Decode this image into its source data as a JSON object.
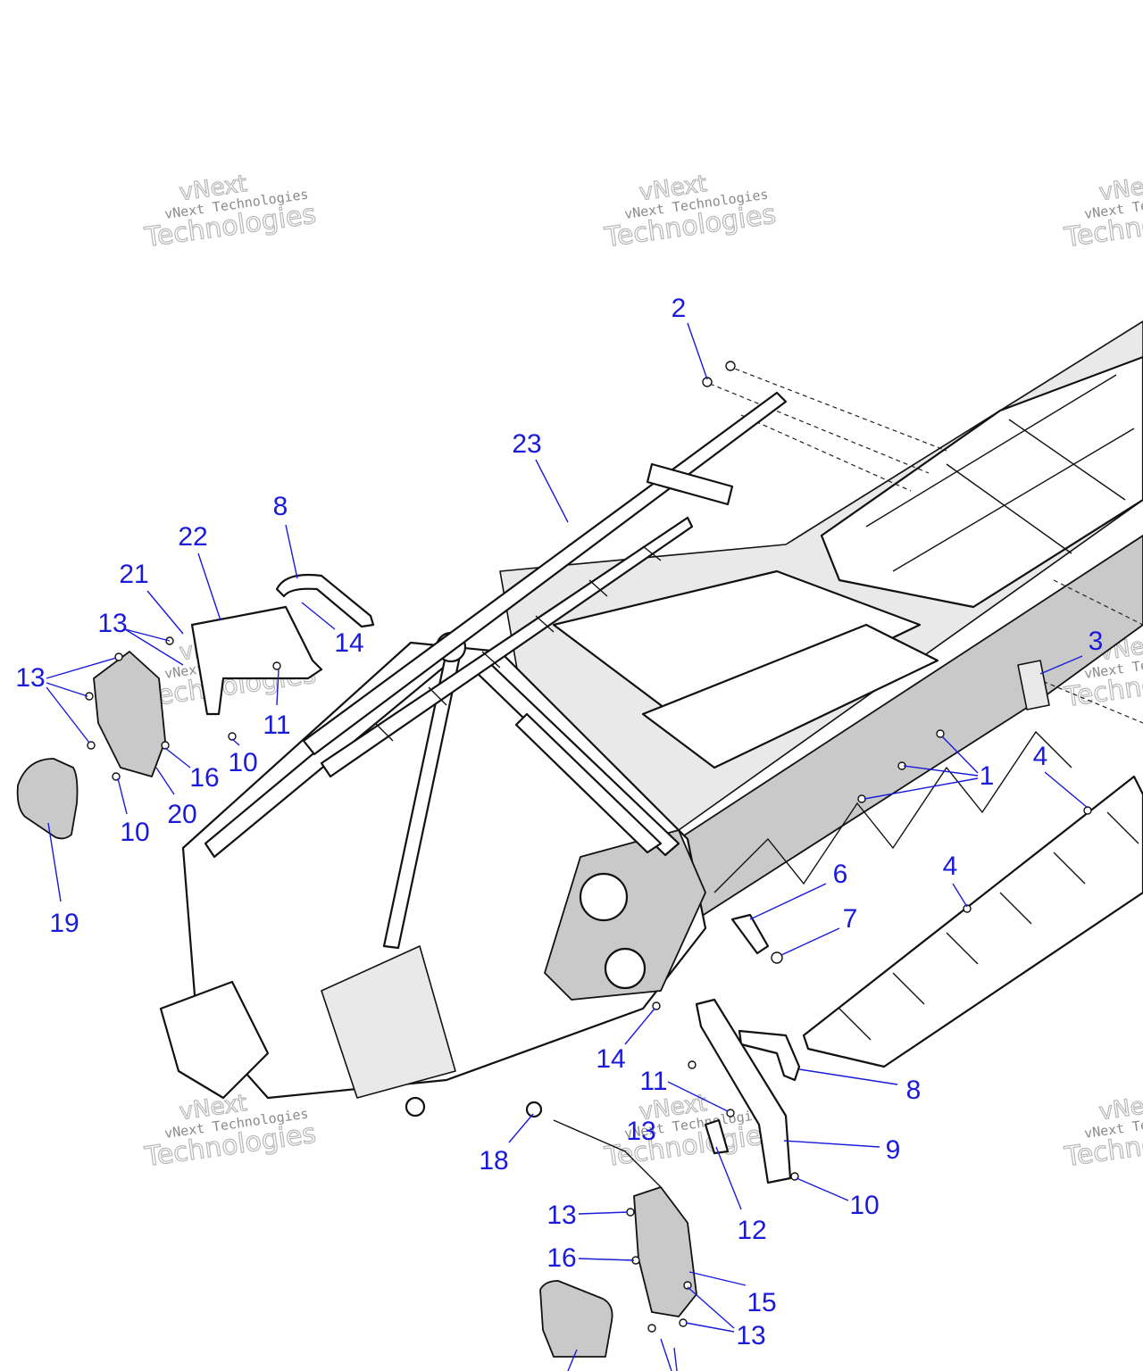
{
  "watermark": {
    "small": "vNext Technologies",
    "big_top": "vNext",
    "big_bottom": "Technologies"
  },
  "callouts": [
    {
      "id": "c2",
      "label": "2"
    },
    {
      "id": "c23",
      "label": "23"
    },
    {
      "id": "c8a",
      "label": "8"
    },
    {
      "id": "c22",
      "label": "22"
    },
    {
      "id": "c21",
      "label": "21"
    },
    {
      "id": "c14a",
      "label": "14"
    },
    {
      "id": "c13a",
      "label": "13"
    },
    {
      "id": "c13b",
      "label": "13"
    },
    {
      "id": "c11a",
      "label": "11"
    },
    {
      "id": "c10a",
      "label": "10"
    },
    {
      "id": "c16a",
      "label": "16"
    },
    {
      "id": "c20",
      "label": "20"
    },
    {
      "id": "c10b",
      "label": "10"
    },
    {
      "id": "c19",
      "label": "19"
    },
    {
      "id": "c3",
      "label": "3"
    },
    {
      "id": "c1",
      "label": "1"
    },
    {
      "id": "c4a",
      "label": "4"
    },
    {
      "id": "c4b",
      "label": "4"
    },
    {
      "id": "c6",
      "label": "6"
    },
    {
      "id": "c7",
      "label": "7"
    },
    {
      "id": "c14b",
      "label": "14"
    },
    {
      "id": "c11b",
      "label": "11"
    },
    {
      "id": "c8b",
      "label": "8"
    },
    {
      "id": "c13c",
      "label": "13"
    },
    {
      "id": "c9",
      "label": "9"
    },
    {
      "id": "c18",
      "label": "18"
    },
    {
      "id": "c12",
      "label": "12"
    },
    {
      "id": "c10c",
      "label": "10"
    },
    {
      "id": "c13d",
      "label": "13"
    },
    {
      "id": "c16b",
      "label": "16"
    },
    {
      "id": "c15",
      "label": "15"
    },
    {
      "id": "c13e",
      "label": "13"
    }
  ]
}
